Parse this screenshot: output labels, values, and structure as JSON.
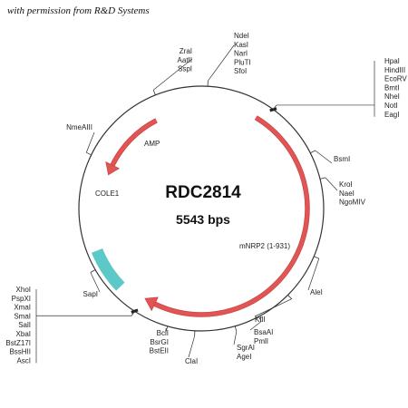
{
  "credit": "with permission from R&D Systems",
  "plasmid": {
    "name": "RDC2814",
    "size_label": "5543 bps",
    "backbone_color": "#333333"
  },
  "features": [
    {
      "name": "AMP",
      "type": "arrow",
      "color": "#e25555"
    },
    {
      "name": "COLE1",
      "type": "block",
      "color": "#5cc8c8"
    },
    {
      "name": "mNRP2 (1-931)",
      "type": "arrow",
      "color": "#e25555"
    }
  ],
  "site_groups": [
    [
      "NdeI",
      "KasI",
      "NarI",
      "PluTI",
      "SfoI"
    ],
    [
      "ZraI",
      "AatII",
      "SspI"
    ],
    [
      "NmeAIII"
    ],
    [
      "HpaI",
      "HindIII",
      "EcoRV",
      "BmtI",
      "NheI",
      "NotI",
      "EagI"
    ],
    [
      "BsmI"
    ],
    [
      "KroI",
      "NaeI",
      "NgoMIV"
    ],
    [
      "AleI"
    ],
    [
      "KflI"
    ],
    [
      "BsaAI",
      "PmlI"
    ],
    [
      "SgrAI",
      "AgeI"
    ],
    [
      "ClaI"
    ],
    [
      "BclI",
      "BsrGI",
      "BstEII"
    ],
    [
      "SapI"
    ],
    [
      "XhoI",
      "PspXI",
      "XmaI",
      "SmaI",
      "SalI",
      "XbaI",
      "BstZ17I",
      "BssHII",
      "AscI"
    ]
  ]
}
